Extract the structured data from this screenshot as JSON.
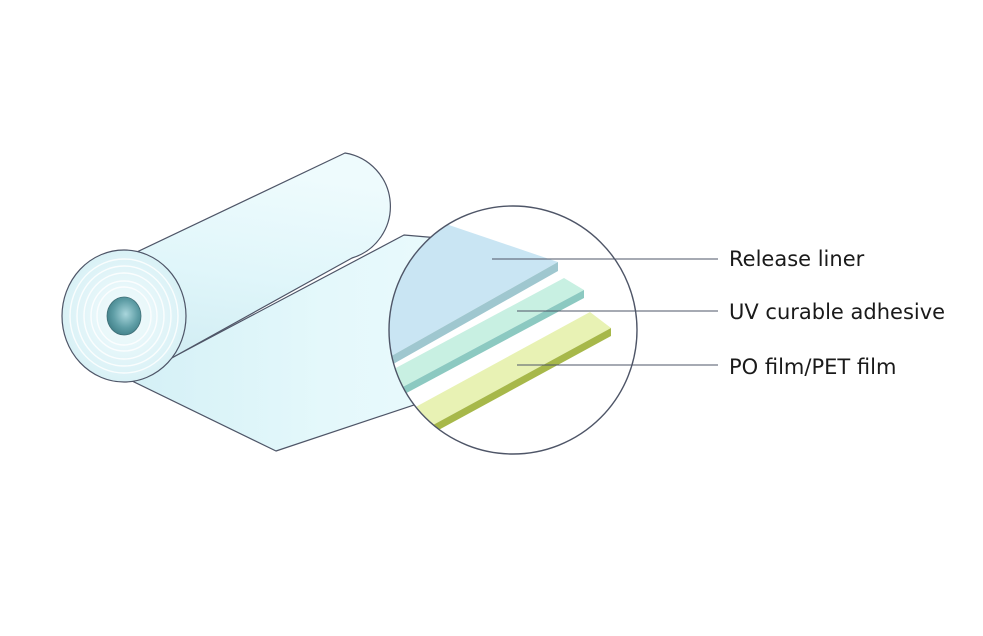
{
  "layers": [
    {
      "label": "Release liner",
      "color": "#c6e4f2"
    },
    {
      "label": "UV curable adhesive",
      "color": "#c8f0e2"
    },
    {
      "label": "PO film/PET film",
      "color": "#e8f2b4"
    }
  ],
  "colors": {
    "outline": "#4e5567",
    "roll_light": "#e3f8fb",
    "roll_dark": "#c7eaf2",
    "core": "#5f9ea6",
    "liner_edge": "#9fc7cf",
    "adhesive_edge": "#8cc9c1",
    "film_edge": "#a7b84a"
  }
}
